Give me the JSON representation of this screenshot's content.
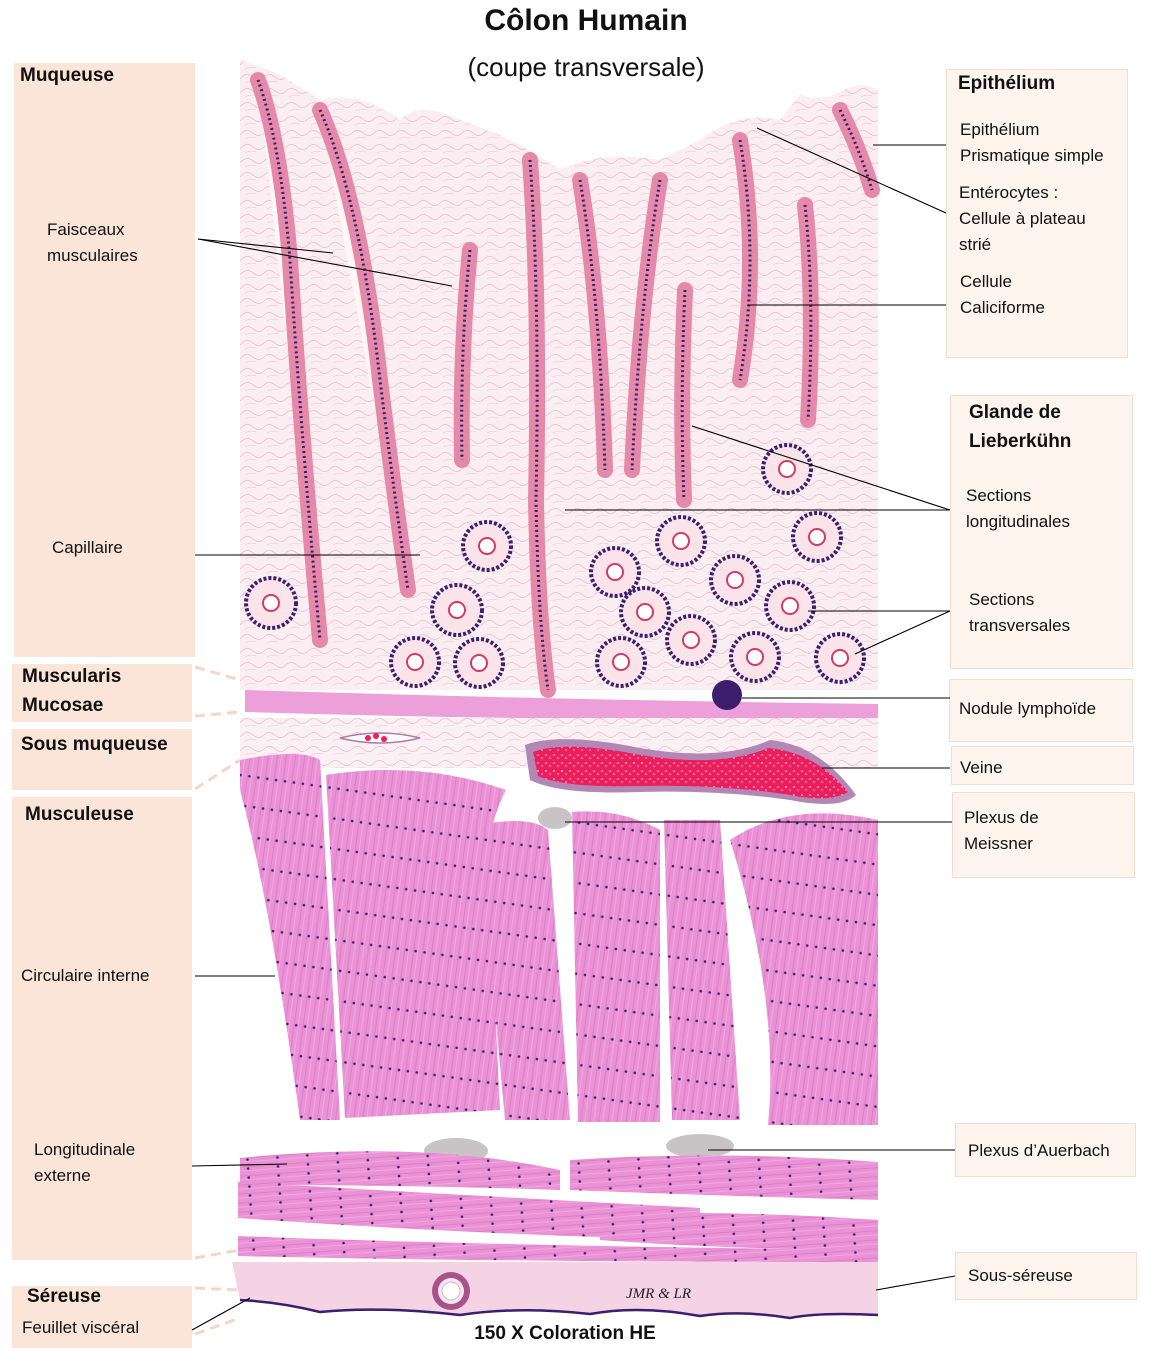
{
  "title": "Côlon Humain",
  "subtitle": "(coupe transversale)",
  "footer": "150 X Coloration HE",
  "signature": "JMR  & LR",
  "left_labels": {
    "muqueuse": "Muqueuse",
    "faisceaux_1": "Faisceaux",
    "faisceaux_2": "musculaires",
    "capillaire": "Capillaire",
    "muscularis_1": "Muscularis",
    "muscularis_2": "Mucosae",
    "sous_muqueuse": "Sous muqueuse",
    "musculeuse": "Musculeuse",
    "circulaire": "Circulaire interne",
    "longitudinale_1": "Longitudinale",
    "longitudinale_2": "externe",
    "sereuse": "Séreuse",
    "feuillet": "Feuillet viscéral"
  },
  "right_labels": {
    "epithelium_title": "Epithélium",
    "epith_1": "Epithélium",
    "epith_2": "Prismatique simple",
    "entero_1": "Entérocytes :",
    "entero_2": "Cellule à plateau",
    "entero_3": "strié",
    "calici_1": "Cellule",
    "calici_2": "Caliciforme",
    "glande_1": "Glande de",
    "glande_2": "Lieberkühn",
    "longi_1": "Sections",
    "longi_2": "longitudinales",
    "trans_1": "Sections",
    "trans_2": "transversales",
    "nodule": "Nodule lymphoïde",
    "veine": "Veine",
    "meissner_1": "Plexus de",
    "meissner_2": "Meissner",
    "auerbach": "Plexus d’Auerbach",
    "sous_sereuse": "Sous-séreuse"
  },
  "colors": {
    "label_box_left": "#fbe5d8",
    "label_box_right": "#fdf4ee",
    "mucosa_bg": "#fbeef2",
    "epithelium": "#e48aa8",
    "nuclei": "#3b1e6e",
    "muscle": "#e98fd3",
    "vein_blood": "#ee1d5e",
    "plexus": "#c8c4c6",
    "serosa": "#f4d3e4"
  }
}
